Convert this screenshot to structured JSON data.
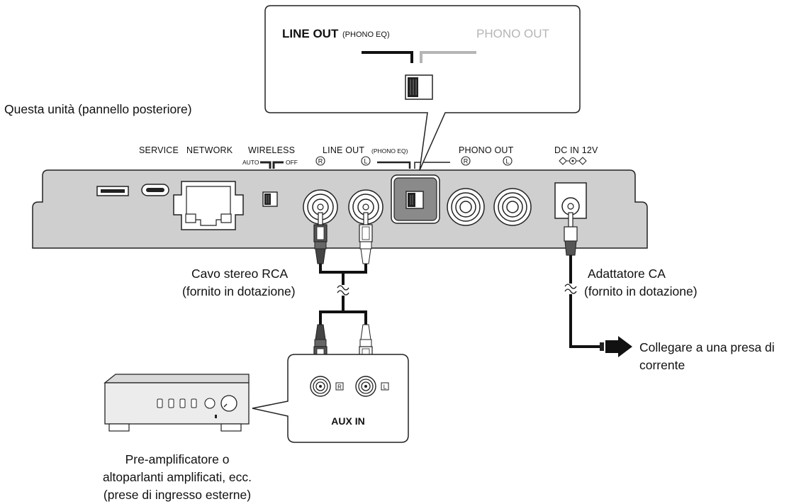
{
  "title": "Questa unità (pannello posteriore)",
  "callout": {
    "line_out": "LINE OUT",
    "phono_eq": "(PHONO EQ)",
    "phono_out": "PHONO OUT"
  },
  "panel_labels": {
    "service": "SERVICE",
    "network": "NETWORK",
    "wireless": "WIRELESS",
    "auto": "AUTO",
    "off": "OFF",
    "line_out": "LINE OUT",
    "phono_eq": "(PHONO EQ)",
    "phono_out": "PHONO OUT",
    "dc_in": "DC IN 12V",
    "r": "R",
    "l": "L"
  },
  "rca_cable": {
    "line1": "Cavo stereo RCA",
    "line2": "(fornito in dotazione)"
  },
  "ac_adapter": {
    "line1": "Adattatore CA",
    "line2": "(fornito in dotazione)"
  },
  "outlet": {
    "line1": "Collegare a una presa di",
    "line2": "corrente"
  },
  "aux_in": "AUX IN",
  "preamp": {
    "line1": "Pre-amplificatore o",
    "line2": "altoparlanti amplificati, ecc.",
    "line3": "(prese di ingresso esterne)"
  }
}
